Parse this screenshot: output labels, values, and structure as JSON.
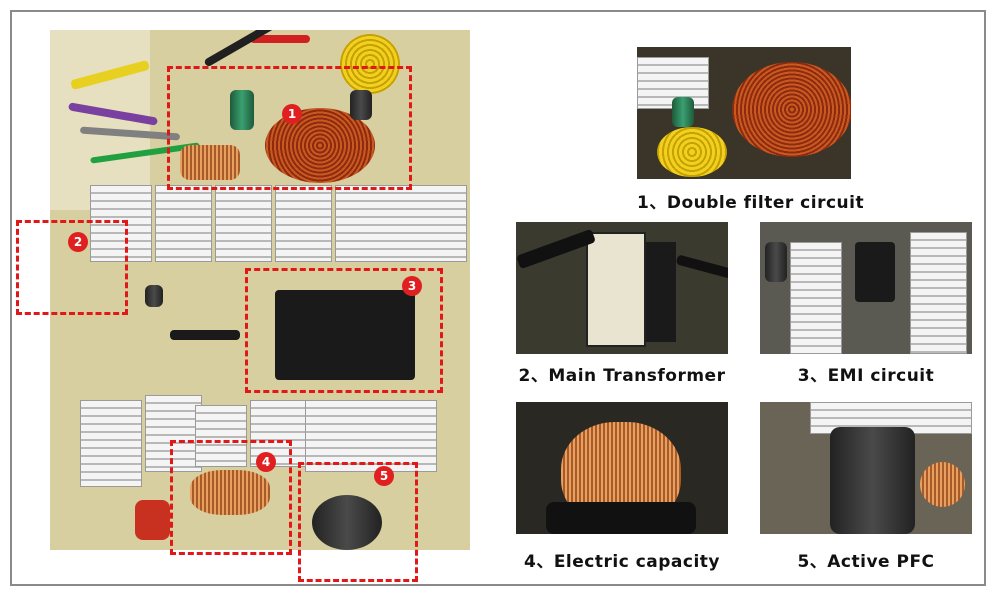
{
  "callouts": [
    {
      "number": "1",
      "caption": "1、Double filter circuit"
    },
    {
      "number": "2",
      "caption": "2、Main Transformer"
    },
    {
      "number": "3",
      "caption": "3、EMI circuit"
    },
    {
      "number": "4",
      "caption": "4、Electric capacity"
    },
    {
      "number": "5",
      "caption": "5、Active PFC"
    }
  ],
  "colors": {
    "dash": "#e01818",
    "badge": "#e02020",
    "frame": "#8a8a8a"
  }
}
